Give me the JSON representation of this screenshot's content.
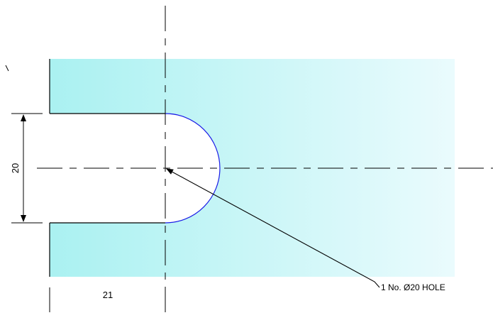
{
  "drawing": {
    "dimensions": {
      "slot_width": "20",
      "slot_depth": "21"
    },
    "callout": {
      "text": "1 No. Ø20 HOLE"
    }
  },
  "colors": {
    "part_fill_start": "#aaf1f1",
    "part_fill_end": "#eafbfd",
    "slot_edge": "#1a1ae6",
    "line": "#000000"
  }
}
